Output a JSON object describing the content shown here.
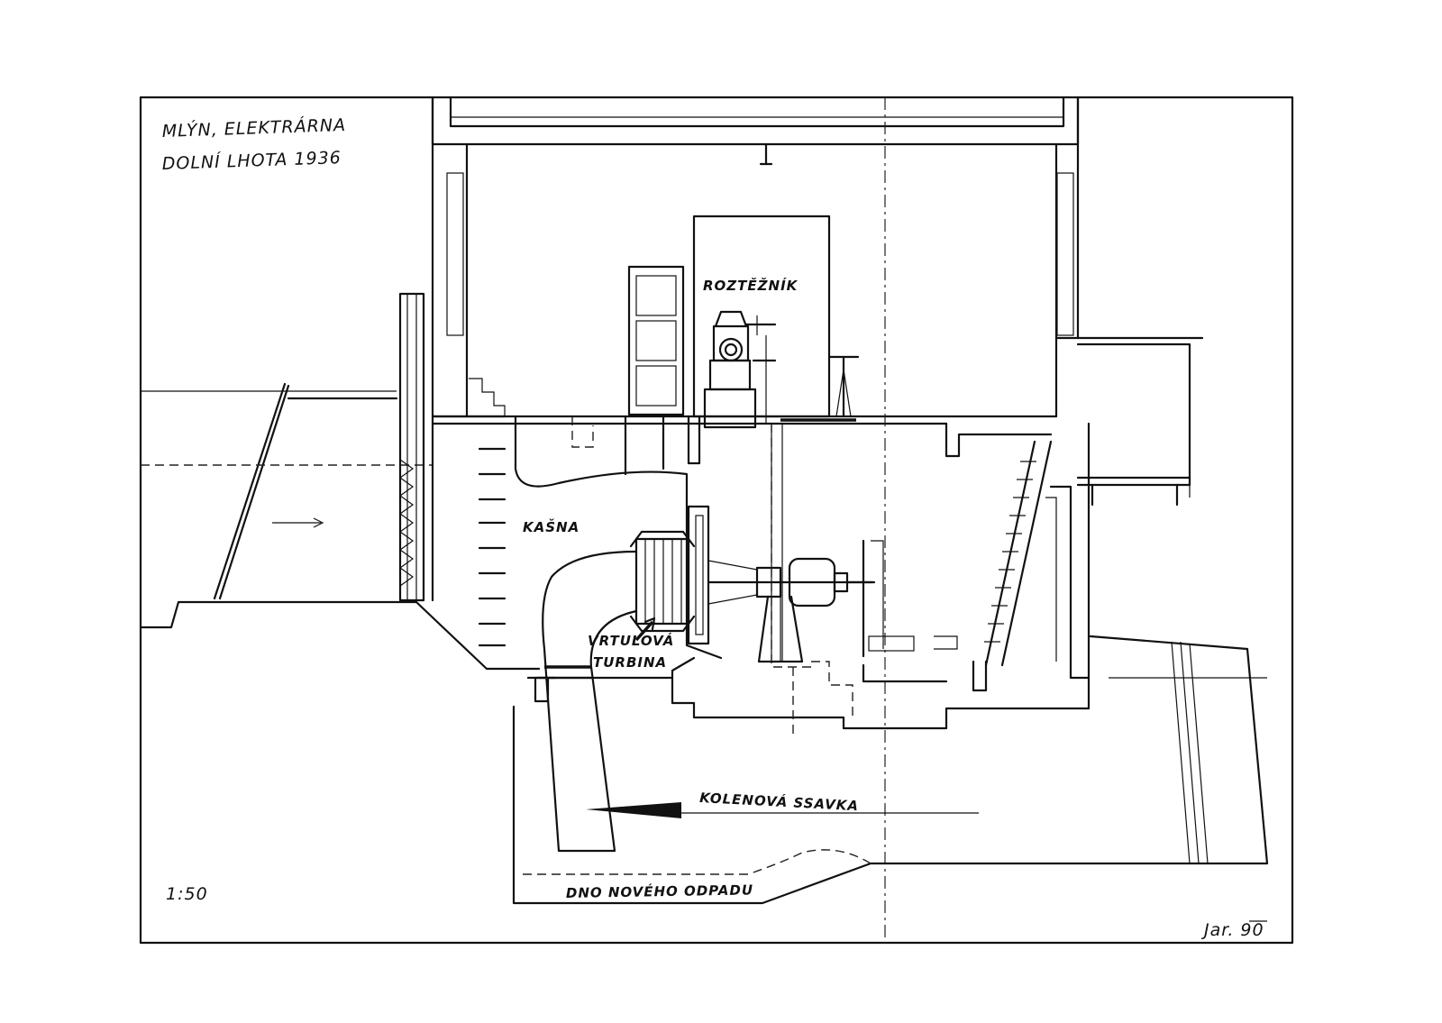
{
  "drawing": {
    "title_line1": "MLÝN, ELEKTRÁRNA",
    "title_line2": "DOLNÍ LHOTA 1936",
    "scale": "1:50",
    "signature": "Jar. 90",
    "labels": {
      "roztaznik": "ROZTĚŽNÍK",
      "kasna": "KAŠNA",
      "turbine_line1": "VRTULOVÁ",
      "turbine_line2": "TURBINA",
      "ssavka": "KOLENOVÁ SSAVKA",
      "dno": "DNO NOVÉHO ODPADU"
    }
  }
}
